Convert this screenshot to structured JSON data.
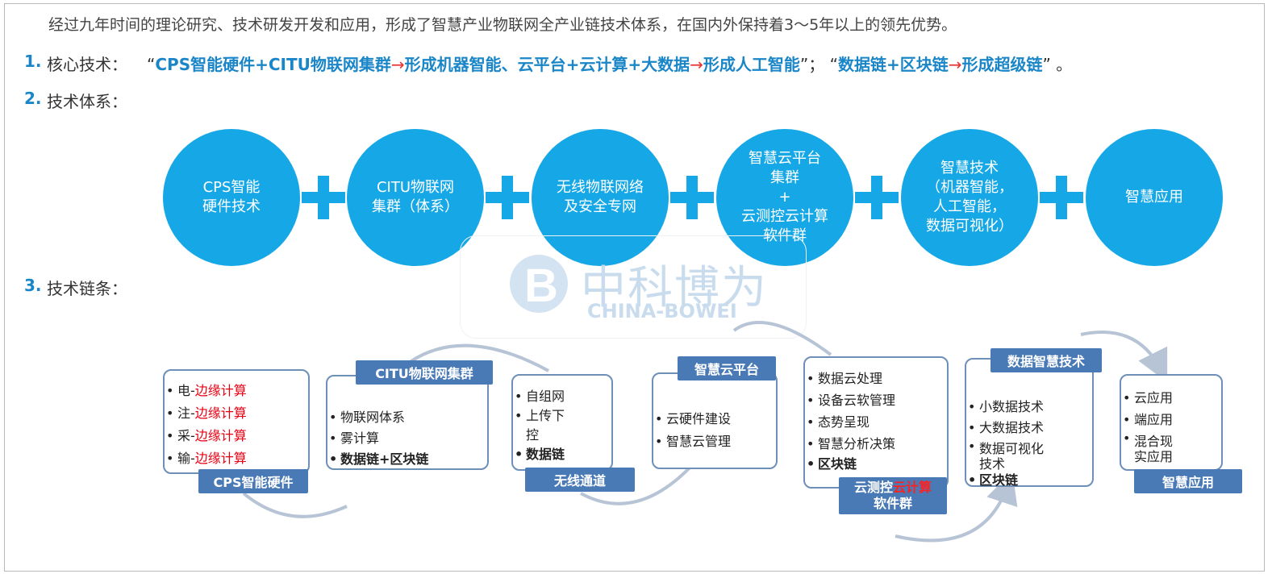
{
  "intro": "经过九年时间的理论研究、技术研发开发和应用，形成了智慧产业物联网全产业链技术体系，在国内外保持着3～5年以上的领先优势。",
  "sections": [
    {
      "num": "1.",
      "title": "核心技术："
    },
    {
      "num": "2.",
      "title": "技术体系："
    },
    {
      "num": "3.",
      "title": "技术链条："
    }
  ],
  "core": {
    "q1": "“",
    "a": "CPS智能硬件+CITU物联网集群",
    "arrow": "→",
    "b": "形成机器智能、云平台+云计算+大数据",
    "c": "形成人工智能",
    "sep": "”；  “",
    "d": "数据链+区块链",
    "e": "形成超级链",
    "end": "”   。"
  },
  "circles": [
    "CPS智能\n硬件技术",
    "CITU物联网\n集群（体系）",
    "无线物联网络\n及安全专网",
    "智慧云平台\n集群\n+\n云测控云计算\n软件群",
    "智慧技术\n（机器智能，\n人工智能，\n数据可视化）",
    "智慧应用"
  ],
  "watermark": {
    "cn": "中科博为",
    "en": "CHINA-BOWEI"
  },
  "chain": {
    "cps": {
      "items": [
        {
          "pre": "电-",
          "red": "边缘计算"
        },
        {
          "pre": "注-",
          "red": "边缘计算"
        },
        {
          "pre": "采-",
          "red": "边缘计算"
        },
        {
          "pre": "输-",
          "red": "边缘计算"
        }
      ],
      "tag": "CPS智能硬件"
    },
    "citu": {
      "tag": "CITU物联网集群",
      "item1": "物联网体系",
      "item2": "雾计算",
      "item3": "数据链+区块链"
    },
    "wireless": {
      "item1": "自组网",
      "item2": "上传下\n控",
      "item3": "数据链",
      "tag": "无线通道"
    },
    "cloud": {
      "tag": "智慧云平台",
      "item1": "云硬件建设",
      "item2": "智慧云管理"
    },
    "software": {
      "item1": "数据云处理",
      "item2": "设备云软管理",
      "item3": "态势呈现",
      "item4": "智慧分析决策",
      "item5": "区块链",
      "tag_a": "云测控",
      "tag_b": "云计算",
      "tag_c": "软件群"
    },
    "data": {
      "tag": "数据智慧技术",
      "item1": "小数据技术",
      "item2": "大数据技术",
      "item3": "数据可视化\n技术",
      "item4": "区块链"
    },
    "app": {
      "item1": "云应用",
      "item2": "端应用",
      "item3": "混合现\n实应用",
      "tag": "智慧应用"
    }
  }
}
